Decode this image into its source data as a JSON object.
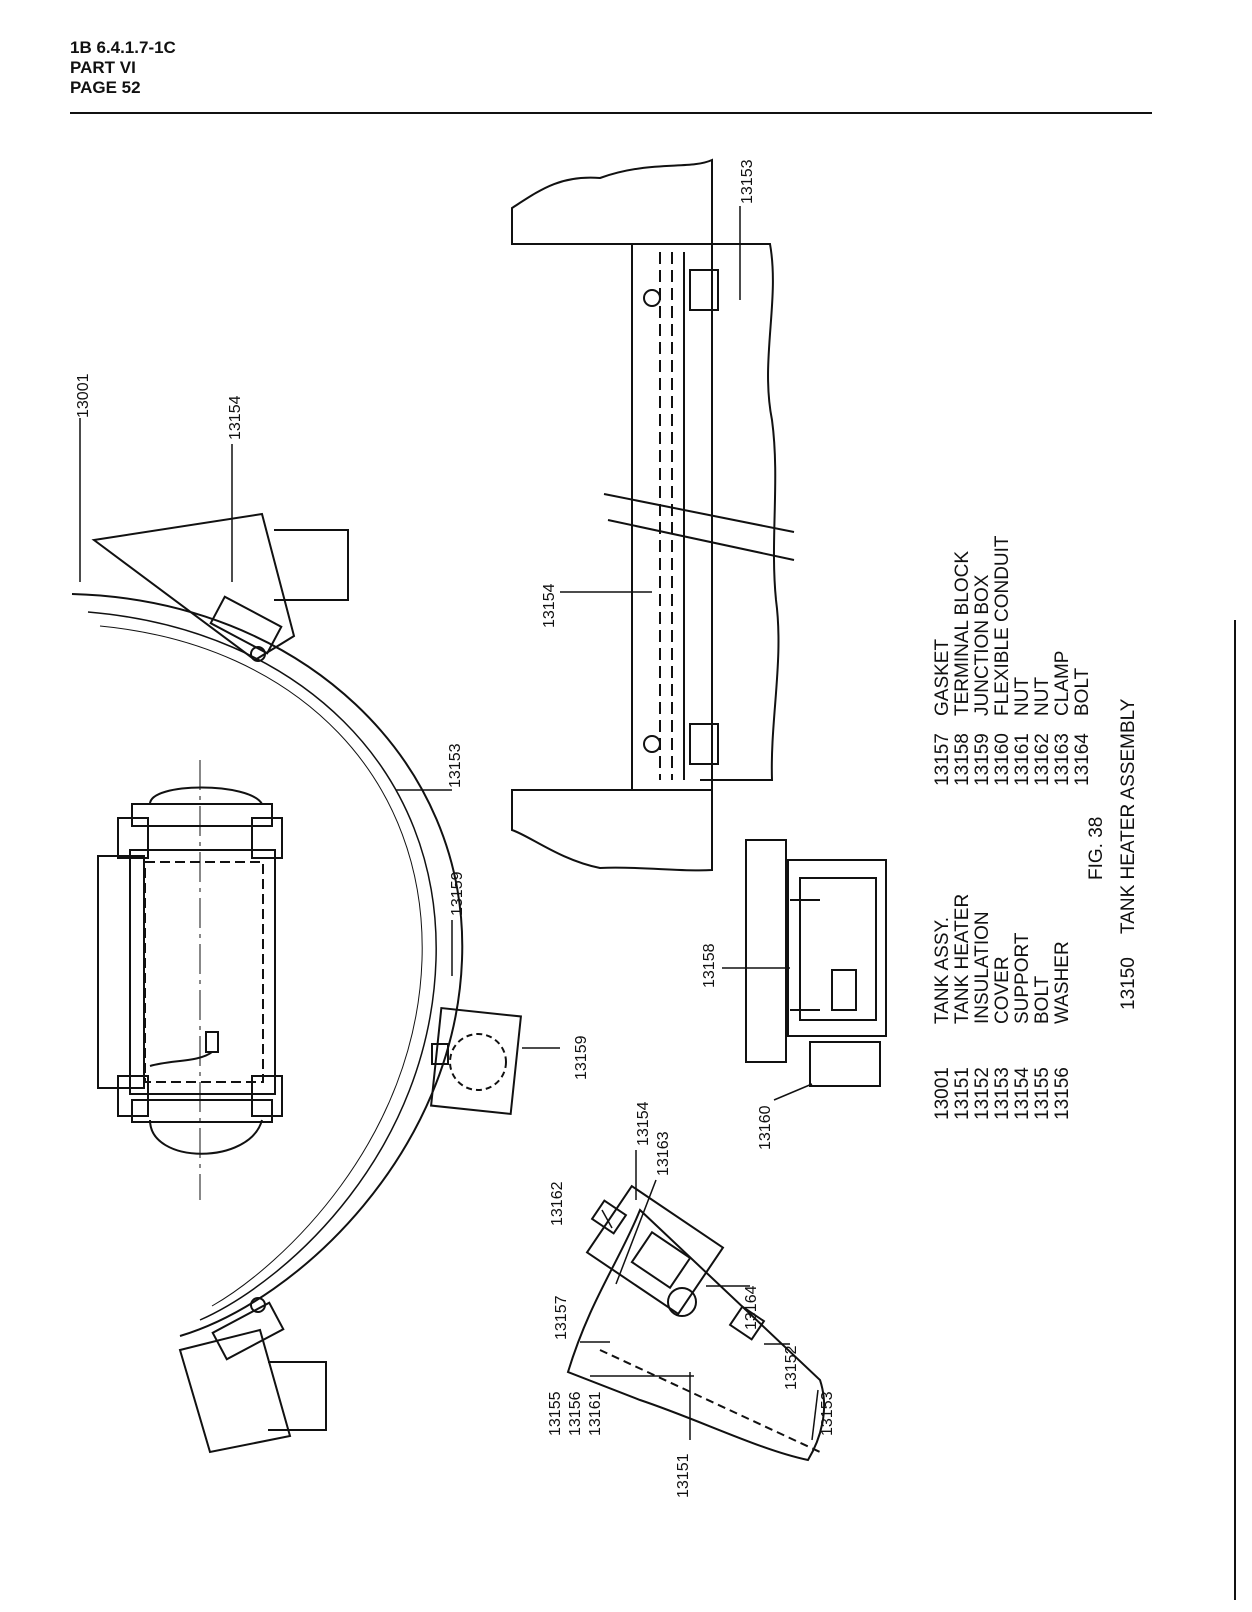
{
  "header": {
    "line1": "1B 6.4.1.7-1C",
    "line2": "PART VI",
    "line3": "PAGE 52"
  },
  "callouts": {
    "c13001": "13001",
    "c13154_top": "13154",
    "c13153_arc": "13153",
    "c13159_arc": "13159",
    "c13159_box": "13159",
    "c13154_side": "13154",
    "c13153_side": "13153",
    "c13158": "13158",
    "c13160": "13160",
    "c13154_det": "13154",
    "c13163": "13163",
    "c13162": "13162",
    "c13164": "13164",
    "c13152": "13152",
    "c13153_det": "13153",
    "c13157": "13157",
    "c13155": "13155",
    "c13156": "13156",
    "c13161": "13161",
    "c13151": "13151"
  },
  "parts_list": {
    "left": [
      {
        "num": "13001",
        "desc": "TANK ASSY."
      },
      {
        "num": "13151",
        "desc": "TANK HEATER"
      },
      {
        "num": "13152",
        "desc": "INSULATION"
      },
      {
        "num": "13153",
        "desc": "COVER"
      },
      {
        "num": "13154",
        "desc": "SUPPORT"
      },
      {
        "num": "13155",
        "desc": "BOLT"
      },
      {
        "num": "13156",
        "desc": "WASHER"
      }
    ],
    "right": [
      {
        "num": "13157",
        "desc": "GASKET"
      },
      {
        "num": "13158",
        "desc": "TERMINAL BLOCK"
      },
      {
        "num": "13159",
        "desc": "JUNCTION BOX"
      },
      {
        "num": "13160",
        "desc": "FLEXIBLE CONDUIT"
      },
      {
        "num": "13161",
        "desc": "NUT"
      },
      {
        "num": "13162",
        "desc": "NUT"
      },
      {
        "num": "13163",
        "desc": "CLAMP"
      },
      {
        "num": "13164",
        "desc": "BOLT"
      }
    ]
  },
  "figure": {
    "number": "FIG. 38",
    "assembly_num": "13150",
    "title": "TANK HEATER ASSEMBLY"
  }
}
